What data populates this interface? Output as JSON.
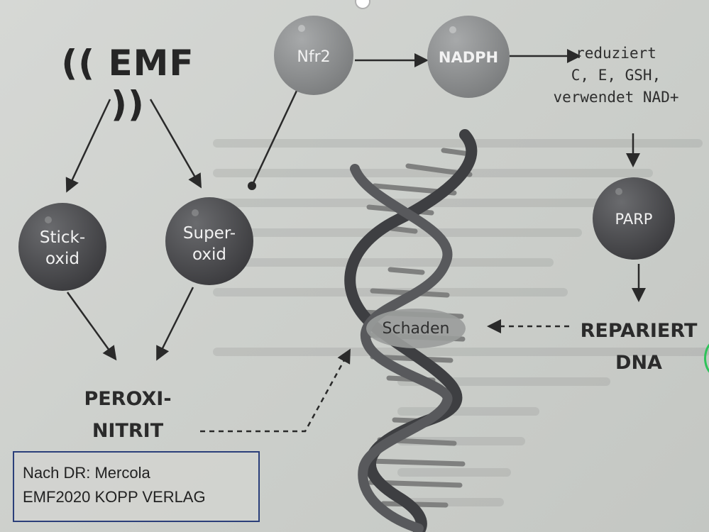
{
  "emf_label": "(( EMF ))",
  "nodes": {
    "nfr2": "Nfr2",
    "nadph": "NADPH",
    "stickoxid_line1": "Stick-",
    "stickoxid_line2": "oxid",
    "superoxid_line1": "Super-",
    "superoxid_line2": "oxid",
    "parp": "PARP"
  },
  "reduziert": {
    "line1": "reduziert",
    "line2": "C, E, GSH,",
    "line3": "verwendet NAD+"
  },
  "schaden": "Schaden",
  "repariert": {
    "line1": "REPARIERT",
    "line2": "DNA"
  },
  "peroxinitrit": {
    "line1": "PEROXI-",
    "line2": "NITRIT"
  },
  "citation": {
    "line1": "Nach DR: Mercola",
    "line2": "EMF2020 KOPP VERLAG"
  },
  "colors": {
    "node_fill": "#4a4a4d",
    "node_fill_light": "#8a8c8d",
    "arrow": "#2a2a2a",
    "citation_border": "#2b3f7a"
  }
}
